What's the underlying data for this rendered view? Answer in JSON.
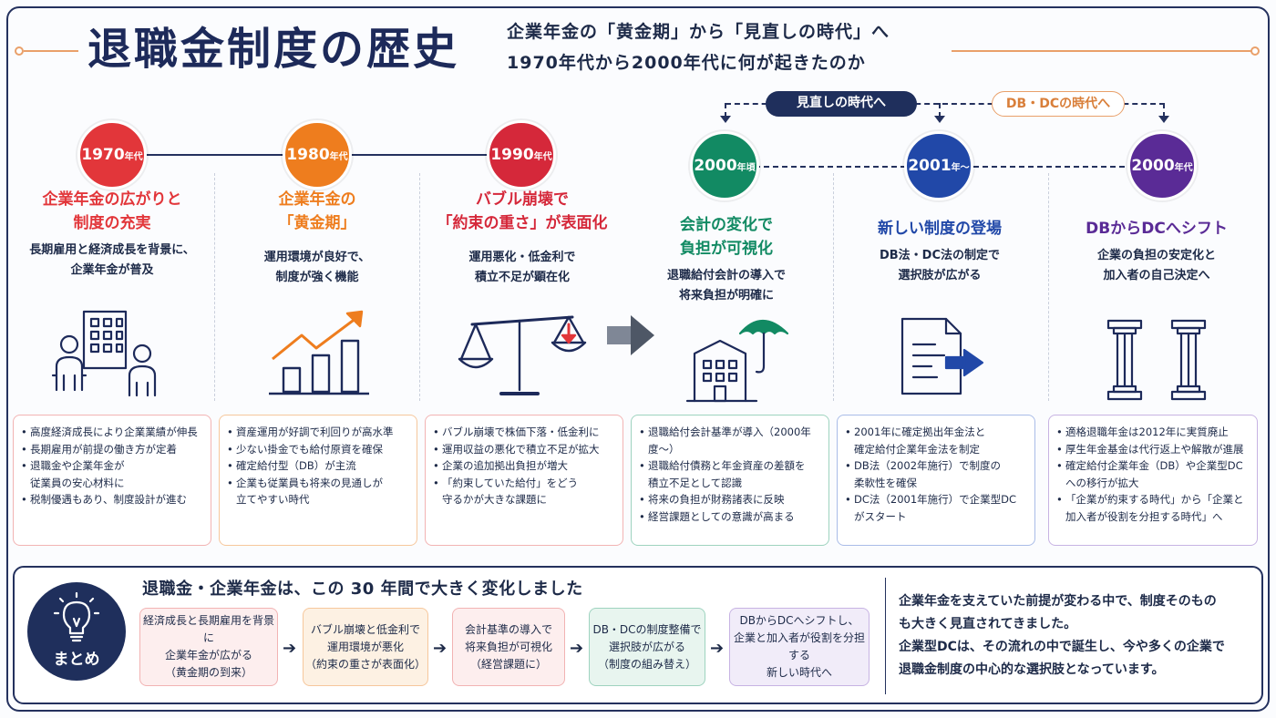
{
  "header": {
    "title": "退職金制度の歴史",
    "subtitle_line1": "企業年金の「黄金期」から「見直しの時代」へ",
    "subtitle_line2": "1970年代から2000年代に何が起きたのか"
  },
  "timeline": {
    "label_review": "見直しの時代へ",
    "label_dbdc": "DB・DCの時代へ"
  },
  "colors": {
    "red": "#e2363a",
    "orange": "#ee7d1e",
    "crimson": "#d5283a",
    "green": "#128a63",
    "blue": "#2148a8",
    "purple": "#5a2b96",
    "navy": "#1f2f5c"
  },
  "eras": [
    {
      "year": "1970",
      "suffix": "年代",
      "title": "企業年金の広がりと\n制度の充実",
      "desc": "長期雇用と経済成長を背景に、\n企業年金が普及",
      "icon": "people-building-icon",
      "points": [
        "高度経済成長により企業業績が伸長",
        "長期雇用が前提の働き方が定着",
        "退職金や企業年金が\n従業員の安心材料に",
        "税制優遇もあり、制度設計が進む"
      ]
    },
    {
      "year": "1980",
      "suffix": "年代",
      "title": "企業年金の\n「黄金期」",
      "desc": "運用環境が良好で、\n制度が強く機能",
      "icon": "growth-chart-icon",
      "points": [
        "資産運用が好調で利回りが高水準",
        "少ない掛金でも給付原資を確保",
        "確定給付型（DB）が主流",
        "企業も従業員も将来の見通しが\n立てやすい時代"
      ]
    },
    {
      "year": "1990",
      "suffix": "年代",
      "title": "バブル崩壊で\n「約束の重さ」が表面化",
      "desc": "運用悪化・低金利で\n積立不足が顕在化",
      "icon": "balance-scale-icon",
      "points": [
        "バブル崩壊で株価下落・低金利に",
        "運用収益の悪化で積立不足が拡大",
        "企業の追加拠出負担が増大",
        "「約束していた給付」をどう\n守るかが大きな課題に"
      ]
    },
    {
      "year": "2000",
      "suffix": "年頃",
      "title": "会計の変化で\n負担が可視化",
      "desc": "退職給付会計の導入で\n将来負担が明確に",
      "icon": "building-umbrella-icon",
      "points": [
        "退職給付会計基準が導入（2000年度〜）",
        "退職給付債務と年金資産の差額を\n積立不足として認識",
        "将来の負担が財務諸表に反映",
        "経営課題としての意識が高まる"
      ]
    },
    {
      "year": "2001",
      "suffix": "年〜",
      "title": "新しい制度の登場",
      "desc": "DB法・DC法の制定で\n選択肢が広がる",
      "icon": "document-arrow-icon",
      "points": [
        "2001年に確定拠出年金法と\n確定給付企業年金法を制定",
        "DB法（2002年施行）で制度の\n柔軟性を確保",
        "DC法（2001年施行）で企業型DC\nがスタート"
      ]
    },
    {
      "year": "2000",
      "suffix": "年代",
      "title": "DBからDCへシフト",
      "desc": "企業の負担の安定化と\n加入者の自己決定へ",
      "icon": "pillars-icon",
      "points": [
        "適格退職年金は2012年に実質廃止",
        "厚生年金基金は代行返上や解散が進展",
        "確定給付企業年金（DB）や企業型DC\nへの移行が拡大",
        "「企業が約束する時代」から「企業と\n加入者が役割を分担する時代」へ"
      ]
    }
  ],
  "summary": {
    "label": "まとめ",
    "title": "退職金・企業年金は、この 30 年間で大きく変化しました",
    "steps": [
      "経済成長と長期雇用を背景に\n企業年金が広がる\n（黄金期の到来）",
      "バブル崩壊と低金利で\n運用環境が悪化\n（約束の重さが表面化）",
      "会計基準の導入で\n将来負担が可視化\n（経営課題に）",
      "DB・DCの制度整備で\n選択肢が広がる\n（制度の組み替え）",
      "DBからDCへシフトし、\n企業と加入者が役割を分担する\n新しい時代へ"
    ],
    "text": "企業年金を支えていた前提が変わる中で、制度そのもの\nも大きく見直されてきました。\n企業型DCは、その流れの中で誕生し、今や多くの企業で\n退職金制度の中心的な選択肢となっています。"
  }
}
